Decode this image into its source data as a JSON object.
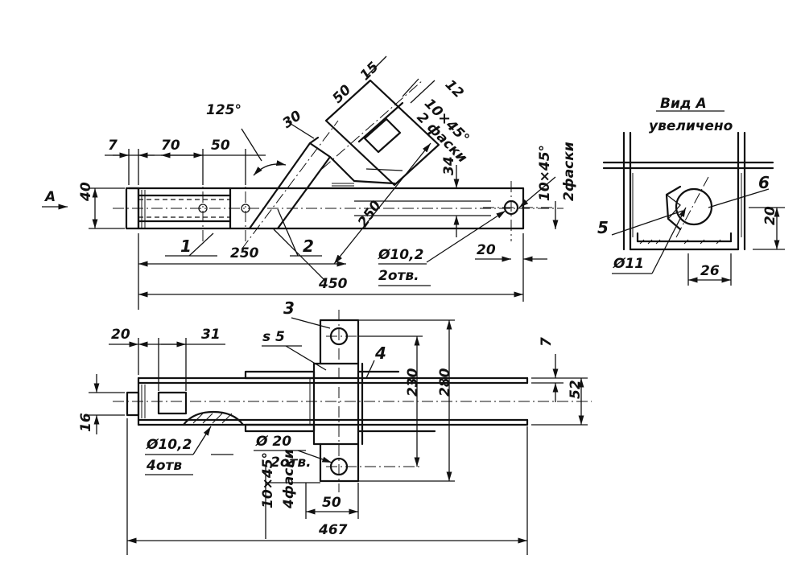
{
  "view_a": {
    "title": "Вид А",
    "subtitle": "увеличено"
  },
  "arrow_a": "А",
  "parts": {
    "p1": "1",
    "p2": "2",
    "p3": "3",
    "p4": "4",
    "p5": "5",
    "p6": "6"
  },
  "dims_top": {
    "d7": "7",
    "d70": "70",
    "d50": "50",
    "angle": "125°",
    "d30": "30",
    "d15": "15",
    "d50b": "50",
    "d12": "12",
    "chamfer_top": "10×45°",
    "chamfer_top_count": "2 фаски",
    "d34": "34",
    "d250_diag": "250",
    "chamfer_right": "10×45°",
    "chamfer_right_count": "2фаски",
    "d40": "40",
    "d250": "250",
    "hole": "Ø10,2",
    "hole_count": "2отв.",
    "d20": "20",
    "d450": "450"
  },
  "dims_view_a": {
    "d20": "20",
    "d26": "26",
    "d11": "Ø11"
  },
  "dims_bottom": {
    "d20": "20",
    "d31": "31",
    "s5": "s 5",
    "d7": "7",
    "d230": "230",
    "d280": "280",
    "d52": "52",
    "d16": "16",
    "hole": "Ø10,2",
    "hole_count": "4отв",
    "dia20": "Ø 20",
    "dia20_count": "2отв.",
    "chamfer": "10×45°",
    "chamfer_count": "4фаски",
    "d50": "50",
    "d467": "467"
  }
}
